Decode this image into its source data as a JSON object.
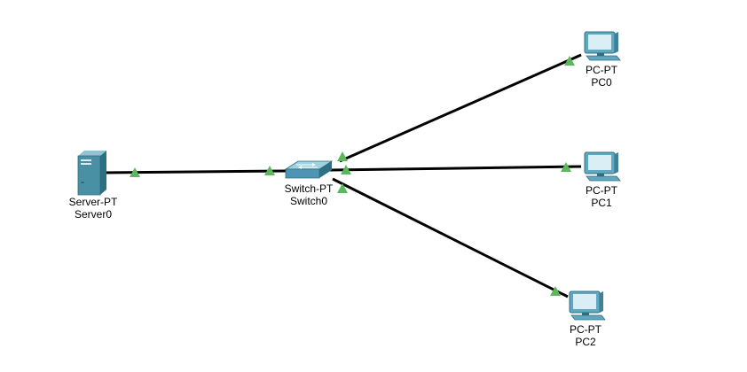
{
  "colors": {
    "link": "#000000",
    "link_up": "#5cb85c",
    "server": "#4a90a4",
    "switch": "#4e95b5",
    "pc": "#5fa8c0"
  },
  "devices": {
    "server0": {
      "model": "Server-PT",
      "name": "Server0",
      "icon": "server-icon"
    },
    "switch0": {
      "model": "Switch-PT",
      "name": "Switch0",
      "icon": "switch-icon"
    },
    "pc0": {
      "model": "PC-PT",
      "name": "PC0",
      "icon": "pc-icon"
    },
    "pc1": {
      "model": "PC-PT",
      "name": "PC1",
      "icon": "pc-icon"
    },
    "pc2": {
      "model": "PC-PT",
      "name": "PC2",
      "icon": "pc-icon"
    }
  },
  "links": [
    {
      "from": "server0",
      "to": "switch0",
      "status": "up"
    },
    {
      "from": "switch0",
      "to": "pc0",
      "status": "up"
    },
    {
      "from": "switch0",
      "to": "pc1",
      "status": "up"
    },
    {
      "from": "switch0",
      "to": "pc2",
      "status": "up"
    }
  ]
}
